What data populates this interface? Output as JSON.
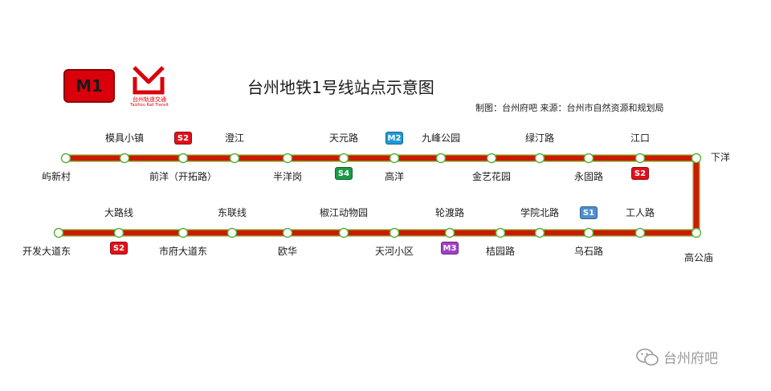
{
  "header": {
    "line_badge": "M1",
    "title": "台州地铁1号线站点示意图",
    "credit": "制图：台州府吧  来源：台州市自然资源和规划局",
    "logo_cn": "台州轨道交通",
    "logo_en": "Taizhou Rail Transit"
  },
  "colors": {
    "line": "#cc1a00",
    "line_outline": "#8f8a18",
    "station_fill": "#ffffff",
    "station_ring": "#5ab03a",
    "S2": "#e0101a",
    "S4": "#1a9a45",
    "M2": "#1f9ad6",
    "M3": "#a23fc7",
    "S1": "#4f8fcf",
    "M1": "#d9000b"
  },
  "stations": [
    "屿新村",
    "模具小镇",
    "前洋（开拓路）",
    "澄江",
    "半洋岗",
    "天元路",
    "高洋",
    "九峰公园",
    "金艺花园",
    "绿汀路",
    "永固路",
    "江口",
    "下洋",
    "高公庙",
    "工人路",
    "乌石路",
    "学院北路",
    "桔园路",
    "轮渡路",
    "天河小区",
    "椒江动物园",
    "欧华",
    "东联线",
    "市府大道东",
    "大路线",
    "开发大道东"
  ],
  "transfers": [
    {
      "label": "S2",
      "station": "前洋（开拓路）"
    },
    {
      "label": "S4",
      "station": "天元路"
    },
    {
      "label": "M2",
      "station": "高洋"
    },
    {
      "label": "S2",
      "station": "江口"
    },
    {
      "label": "S1",
      "station": "乌石路"
    },
    {
      "label": "M3",
      "station": "轮渡路"
    },
    {
      "label": "S2",
      "station": "大路线"
    }
  ],
  "watermark": "台州府吧"
}
